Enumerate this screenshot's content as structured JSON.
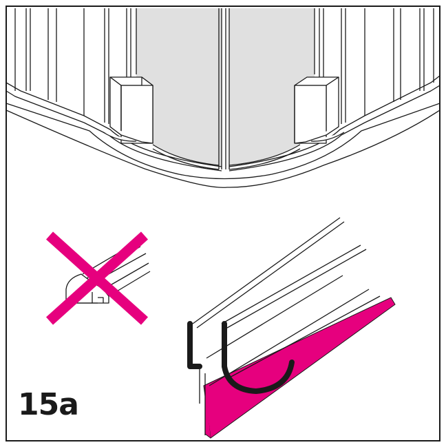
{
  "step": {
    "label": "15a"
  },
  "colors": {
    "line": "#1a1a1a",
    "glass": "#e0e0e0",
    "warning_cross": "#e6007e",
    "seal_fill": "#e6007e",
    "seal_profile": "#1a1a1a"
  },
  "panels": [
    {
      "name": "wrong-seal-orientation",
      "status": "incorrect",
      "icon": "cross-icon"
    },
    {
      "name": "correct-seal-orientation",
      "status": "correct",
      "icon": "seal-profile"
    }
  ]
}
